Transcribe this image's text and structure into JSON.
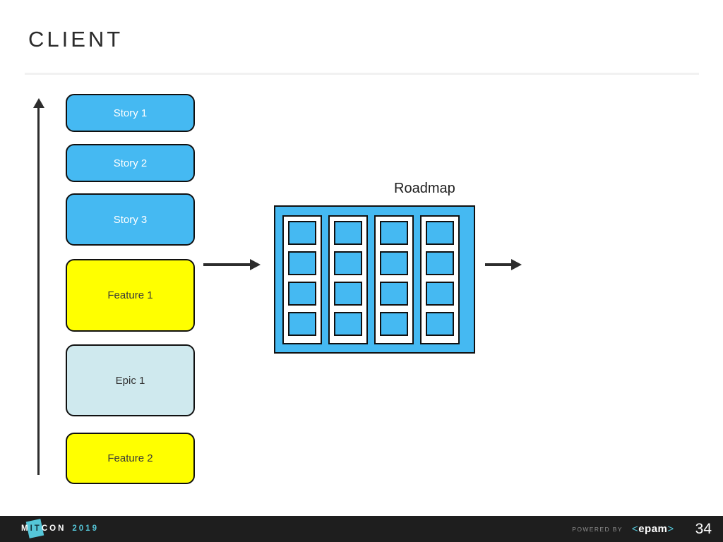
{
  "title": "CLIENT",
  "backlog": {
    "items": [
      {
        "label": "Story 1",
        "type": "story"
      },
      {
        "label": "Story 2",
        "type": "story"
      },
      {
        "label": "Story 3",
        "type": "story"
      },
      {
        "label": "Feature 1",
        "type": "feature"
      },
      {
        "label": "Epic 1",
        "type": "epic"
      },
      {
        "label": "Feature 2",
        "type": "feature"
      }
    ]
  },
  "roadmap": {
    "label": "Roadmap",
    "columns": 4,
    "cells_per_column": 4
  },
  "footer": {
    "brand_prefix": "M",
    "brand_mid": "IT",
    "brand_suffix": "CON",
    "brand_year": "2019",
    "powered_by": "POWERED BY",
    "epam": "epam",
    "page_number": "34"
  },
  "colors": {
    "story_blue": "#45b9f2",
    "feature_yellow": "#ffff00",
    "epic_pale": "#cfe9ee",
    "accent_teal": "#55c6d8",
    "outline": "#101010",
    "footer_bg": "#1e1e1e"
  }
}
